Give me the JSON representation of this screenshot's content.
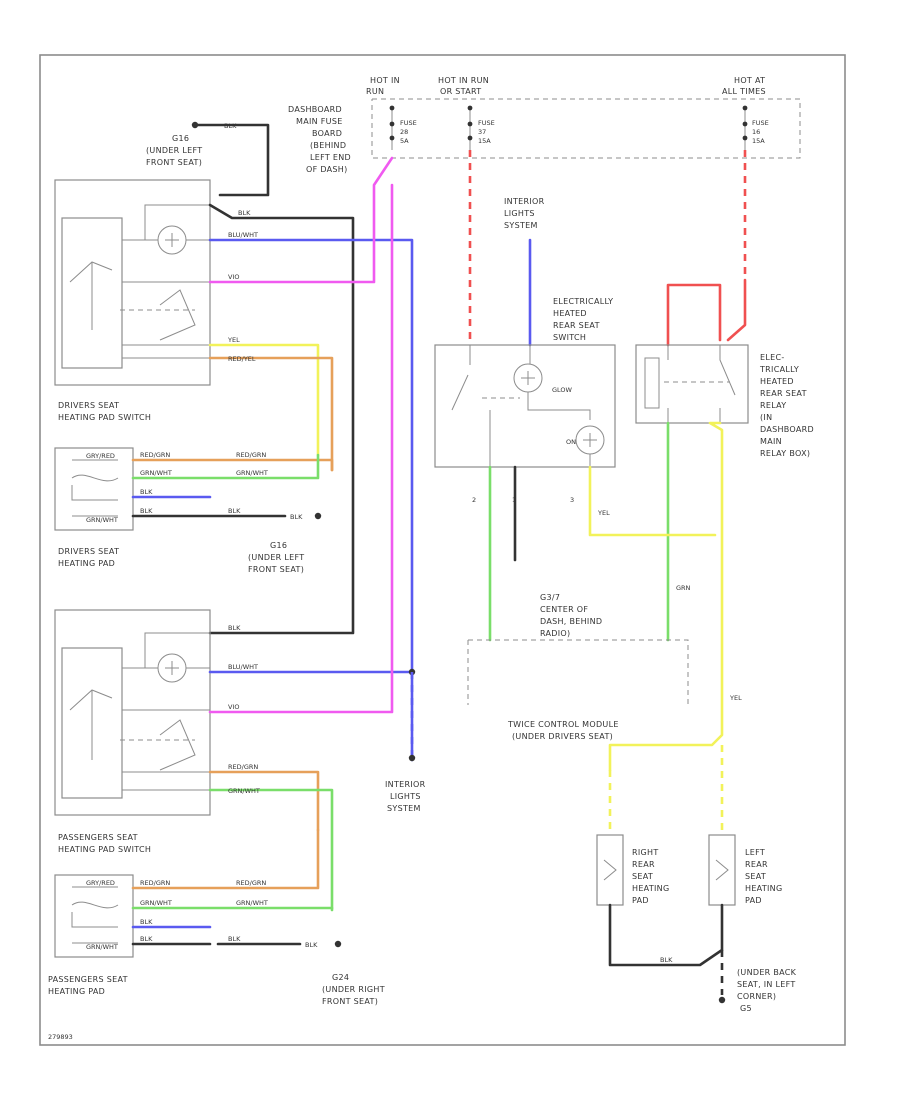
{
  "colors": {
    "black": "#333333",
    "blue": "#5a5af0",
    "pink": "#f05af0",
    "yellow": "#f2f25a",
    "orange": "#e6a05a",
    "green": "#7ade6a",
    "red": "#f05050",
    "gray": "#8c8c8c"
  },
  "sources": {
    "hot_in_run": [
      "HOT IN",
      "RUN"
    ],
    "hot_in_run_accessory": [
      "HOT IN RUN",
      "OR START"
    ],
    "hot_at_all_times": [
      "HOT AT",
      "ALL TIMES"
    ]
  },
  "fuses": {
    "fuse_a": [
      "FUSE",
      "28",
      "5A"
    ],
    "fuse_b": [
      "FUSE",
      "37",
      "15A"
    ],
    "fuse_c": [
      "FUSE",
      "16",
      "15A"
    ]
  },
  "labels": {
    "dashboard_fuse_box": [
      "DASHBOARD",
      "MAIN FUSE",
      "BOARD",
      "(BEHIND",
      "LEFT END",
      "OF DASH)"
    ],
    "g16_top": [
      "G16",
      "(UNDER LEFT",
      "FRONT SEAT)"
    ],
    "drivers_switch": [
      "DRIVERS SEAT",
      "HEATING PAD SWITCH"
    ],
    "drivers_pad": [
      "DRIVERS SEAT",
      "HEATING PAD"
    ],
    "g16_mid": [
      "G16",
      "(UNDER LEFT",
      "FRONT SEAT)"
    ],
    "passengers_switch": [
      "PASSENGERS SEAT",
      "HEATING PAD SWITCH"
    ],
    "passengers_pad": [
      "PASSENGERS SEAT",
      "HEATING PAD"
    ],
    "g24": [
      "G24",
      "(UNDER RIGHT",
      "FRONT SEAT)"
    ],
    "interior_lights_top": [
      "INTERIOR",
      "LIGHTS",
      "SYSTEM"
    ],
    "interior_lights_bottom": [
      "INTERIOR",
      "LIGHTS",
      "SYSTEM"
    ],
    "rear_seat_switch": [
      "ELECTRICALLY",
      "HEATED",
      "REAR SEAT",
      "SWITCH"
    ],
    "rear_seat_relay": [
      "ELEC-",
      "TRICALLY",
      "HEATED",
      "REAR SEAT",
      "RELAY",
      "(IN",
      "DASHBOARD",
      "MAIN",
      "RELAY BOX)"
    ],
    "g3": [
      "G3/7",
      "CENTER OF",
      "DASH, BEHIND",
      "RADIO)"
    ],
    "twice_module": [
      "TWICE CONTROL MODULE",
      "(UNDER DRIVERS SEAT)"
    ],
    "right_rear_pad": [
      "RIGHT",
      "REAR",
      "SEAT",
      "HEATING",
      "PAD"
    ],
    "left_rear_pad": [
      "LEFT",
      "REAR",
      "SEAT",
      "HEATING",
      "PAD"
    ],
    "g5": [
      "(UNDER BACK",
      "SEAT, IN LEFT",
      "CORNER)",
      "G5"
    ],
    "glow": "GLOW",
    "on": "ON",
    "footer": "279893"
  },
  "wire_labels": {
    "blk_top": "BLK",
    "blk_sw1": "BLK",
    "blu_wht_sw1": "BLU/WHT",
    "vio_sw1": "VIO",
    "yel_sw1": "YEL",
    "red_yel_sw1": "RED/YEL",
    "red_grn_pad1": "RED/GRN",
    "grn_wht_pad1": "GRN/WHT",
    "blk_pad1_a": "BLK",
    "blk_pad1_b": "BLK",
    "gry_red_pad1": "GRY/RED",
    "grn_wht_pad1_r": "GRN/WHT",
    "blk_pad1_r1": "BLK",
    "blk_pad1_r2": "BLK",
    "blk_g16": "BLK",
    "blk_sw2": "BLK",
    "blu_wht_sw2": "BLU/WHT",
    "vio_sw2": "VIO",
    "red_grn_sw2": "RED/GRN",
    "grn_wht_sw2": "GRN/WHT",
    "red_grn_pad2": "RED/GRN",
    "grn_wht_pad2": "GRN/WHT",
    "blk_pad2_a": "BLK",
    "blk_pad2_b": "BLK",
    "gry_red_pad2": "GRY/RED",
    "grn_wht_pad2_r": "GRN/WHT",
    "blk_pad2_r1": "BLK",
    "blk_pad2_r2": "BLK",
    "blk_g24": "BLK",
    "blk_rear": "BLK",
    "yel_a": "YEL",
    "yel_b": "YEL",
    "grn_a": "GRN"
  }
}
